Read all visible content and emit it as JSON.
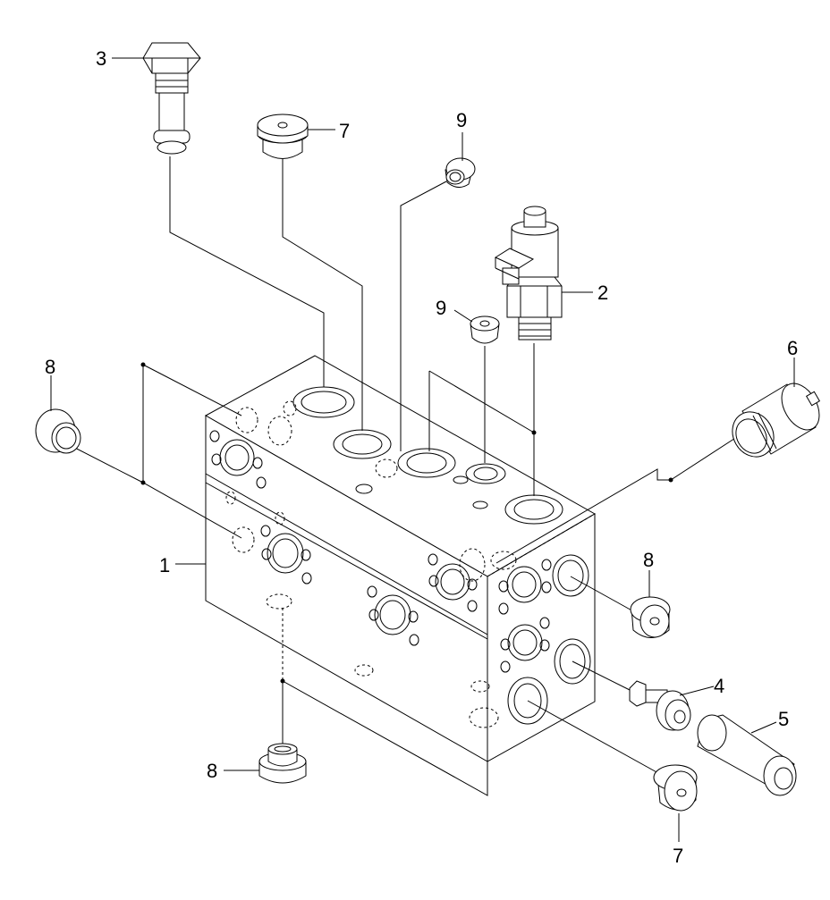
{
  "callouts": {
    "c1": "1",
    "c2": "2",
    "c3": "3",
    "c4": "4",
    "c5": "5",
    "c6": "6",
    "c7_top": "7",
    "c7_bottom": "7",
    "c8_left": "8",
    "c8_right": "8",
    "c8_bottom": "8",
    "c9_top": "9",
    "c9_mid": "9"
  }
}
